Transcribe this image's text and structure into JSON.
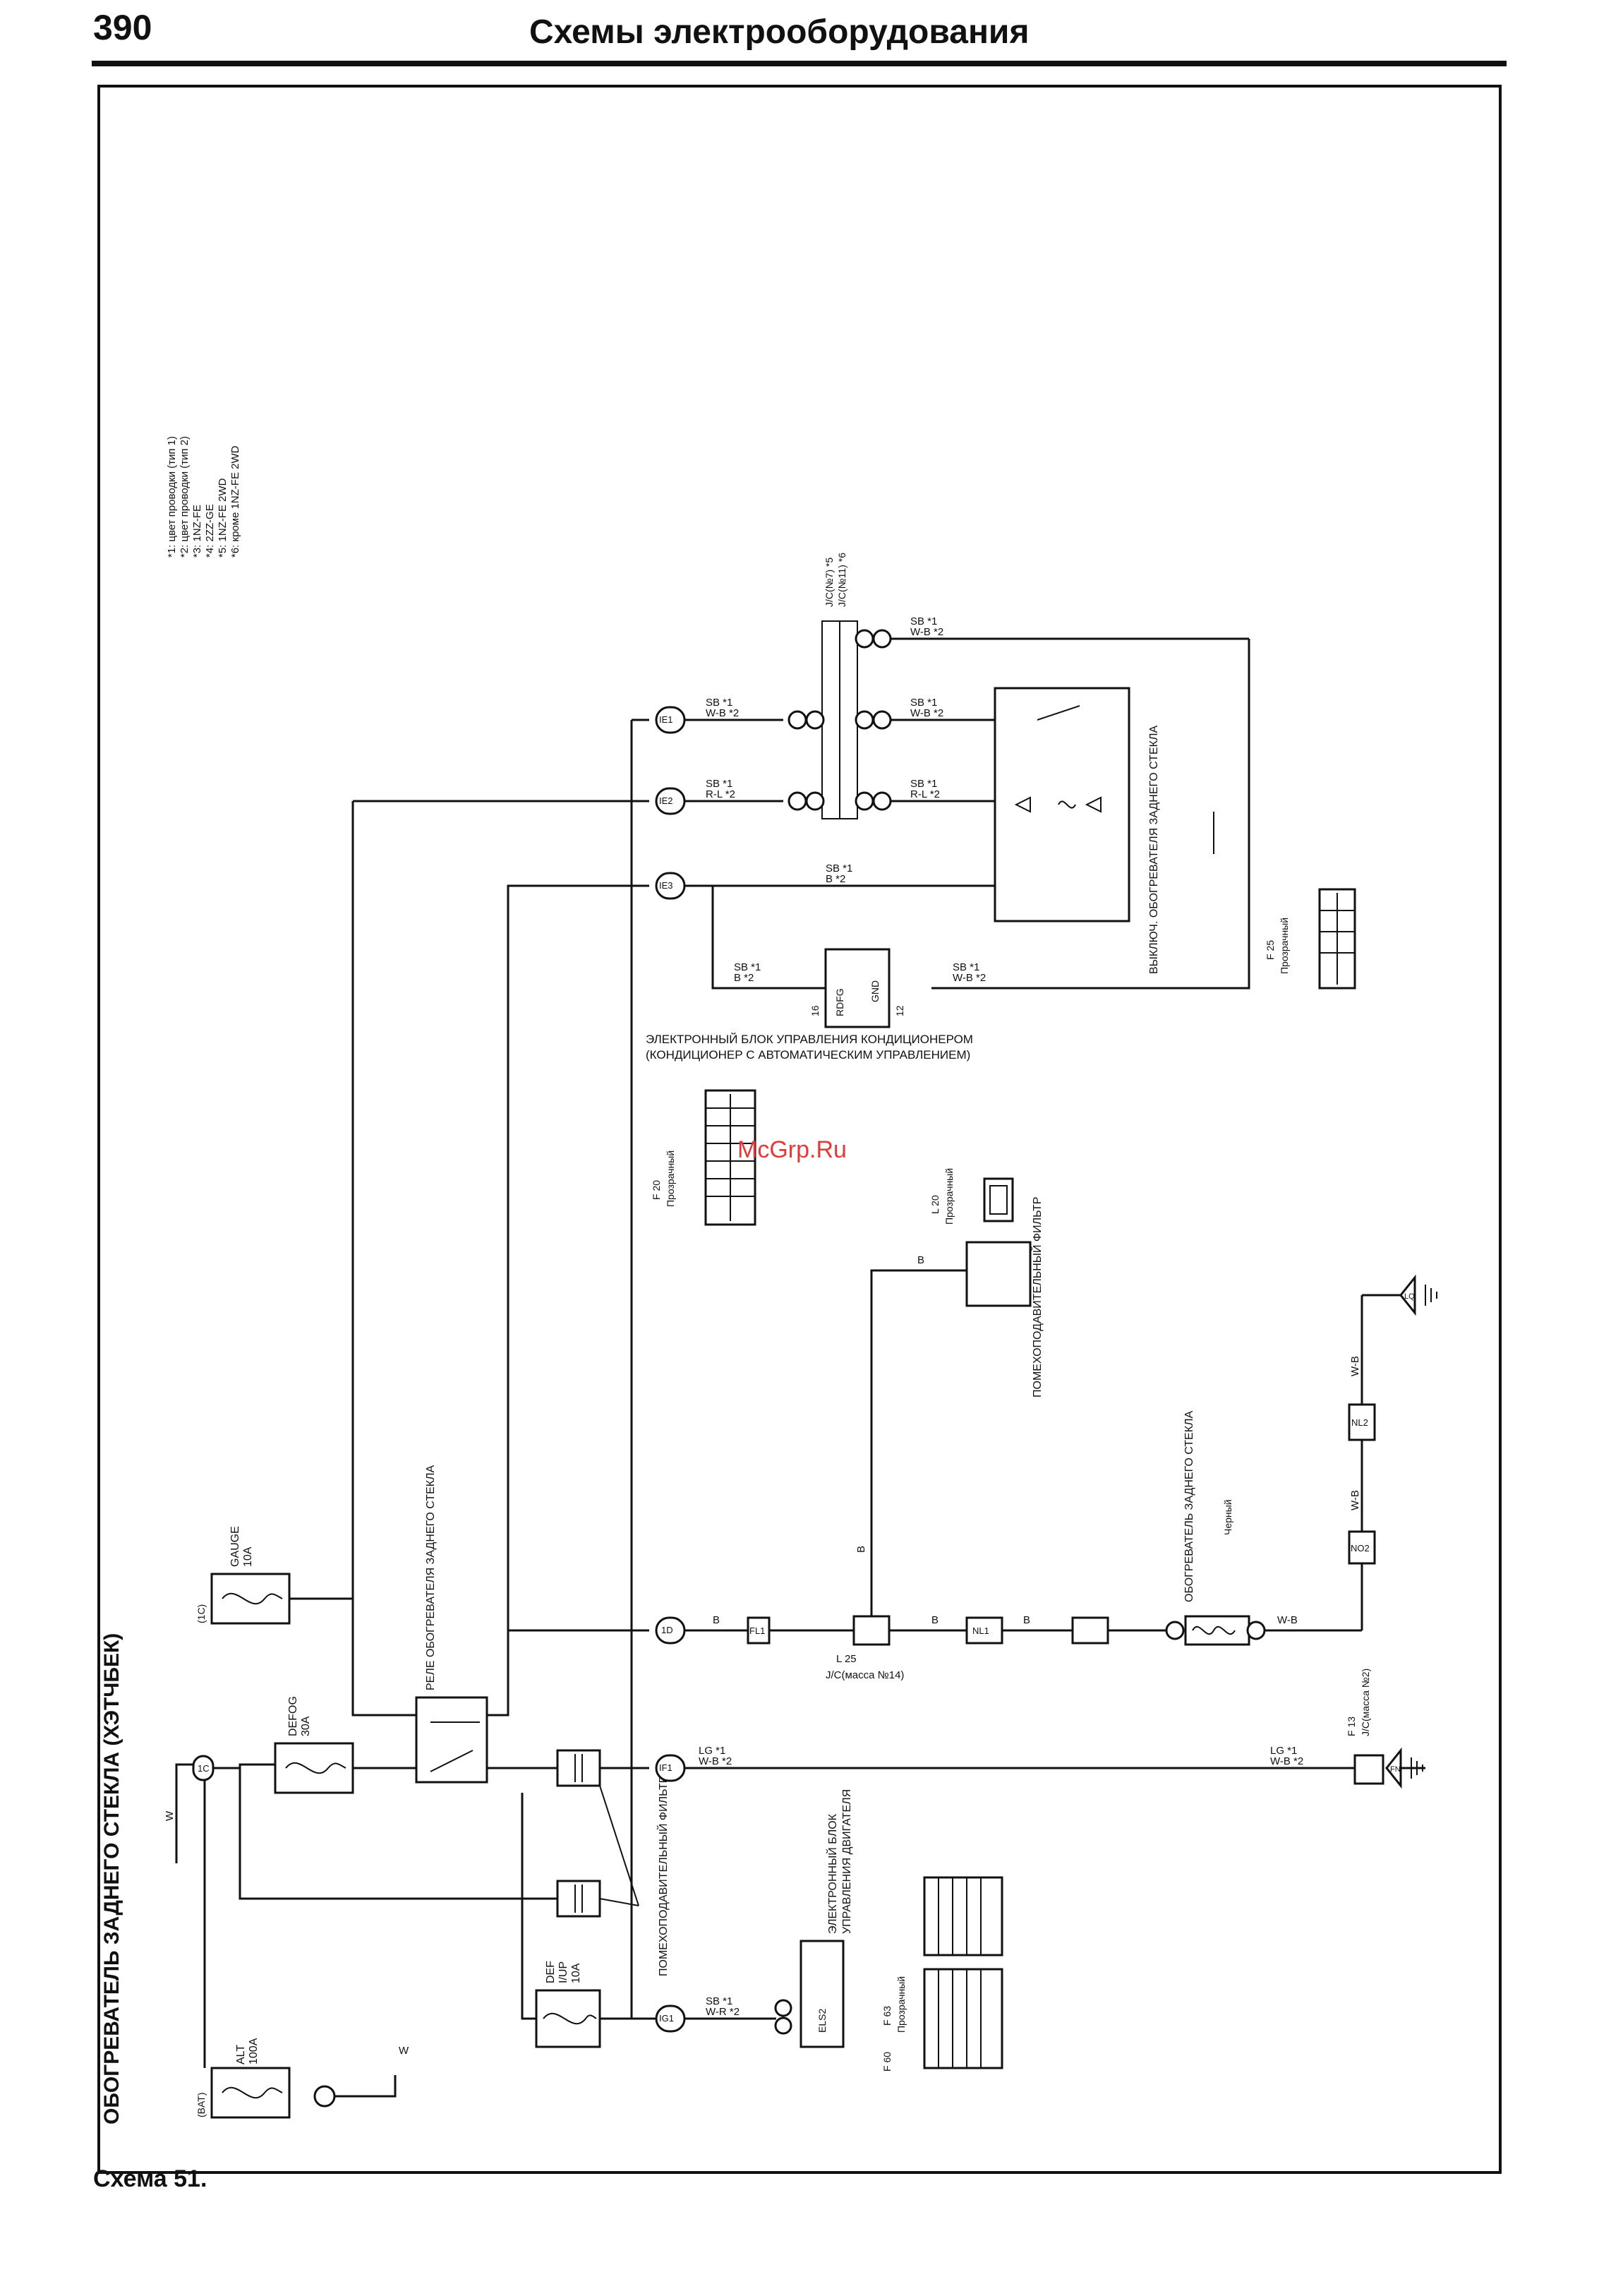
{
  "header": {
    "page_number": "390",
    "title": "Схемы электрооборудования"
  },
  "caption": "Схема 51.",
  "watermark": "McGrp.Ru",
  "diagram": {
    "title": "ОБОГРЕВАТЕЛЬ ЗАДНЕГО СТЕКЛА (ХЭТЧБЕК)",
    "notes": [
      "*1: цвет проводки (тип 1)",
      "*2: цвет проводки (тип 2)",
      "*3: 1NZ-FE",
      "*4: 2ZZ-GE",
      "*5: 1NZ-FE 2WD",
      "*6: кроме 1NZ-FE 2WD"
    ],
    "fuses": {
      "alt": {
        "name": "ALT",
        "rating": "100A",
        "location": "(BAT)"
      },
      "defog": {
        "name": "DEFOG",
        "rating": "30A"
      },
      "gauge": {
        "name": "GAUGE",
        "rating": "10A",
        "location": "(1C)"
      },
      "def": {
        "name": "DEF",
        "sub": "I/UP",
        "rating": "10A"
      }
    },
    "relay": "РЕЛЕ ОБОГРЕВАТЕЛЯ ЗАДНЕГО СТЕКЛА",
    "filter_label": "ПОМЕХОПОДАВИТЕЛЬНЫЙ ФИЛЬТР",
    "ac_ecu": {
      "title": "ЭЛЕКТРОННЫЙ БЛОК УПРАВЛЕНИЯ КОНДИЦИОНЕРОМ",
      "subtitle": "(КОНДИЦИОНЕР С АВТОМАТИЧЕСКИМ УПРАВЛЕНИЕМ)",
      "pin_rdfg": "RDFG",
      "pin_gnd": "GND",
      "pin_16": "16",
      "pin_12": "12"
    },
    "switch_label": "ВЫКЛЮЧ. ОБОГРЕВАТЕЛЯ ЗАДНЕГО СТЕКЛА",
    "heater_label": "ОБОГРЕВАТЕЛЬ ЗАДНЕГО СТЕКЛА",
    "filter_unit_label": "ПОМЕХОПОДАВИТЕЛЬНЫЙ ФИЛЬТР",
    "engine_ecu": {
      "title": "ЭЛЕКТРОННЫЙ БЛОК",
      "title2": "УПРАВЛЕНИЯ ДВИГАТЕЛЯ",
      "pin": "ELS2"
    },
    "jc14": {
      "code": "L 25",
      "name": "J/C(масса №14)"
    },
    "jc2": {
      "code": "F 13",
      "name": "J/C(масса №2)"
    },
    "connectors": {
      "f20": {
        "code": "F 20",
        "desc": "Прозрачный"
      },
      "f25": {
        "code": "F 25",
        "desc": "Прозрачный"
      },
      "l20": {
        "code": "L 20",
        "desc": "Прозрачный"
      },
      "f60": {
        "code": "F 60",
        "code2": "F 63",
        "desc": "Прозрачный"
      },
      "heater_conn": {
        "desc": "Черный"
      }
    },
    "jc_refs": [
      "J/C(№7) *5",
      "J/C(№11) *6"
    ],
    "wire_codes": {
      "sb1": "SB *1",
      "wb2": "W-B *2",
      "rl2": "R-L *2",
      "b2": "B *2",
      "lg1": "LG *1",
      "w": "W",
      "b": "B",
      "wb": "W-B",
      "wr2": "W-R *2"
    },
    "ground_labels": [
      "LQ",
      "FN"
    ],
    "nodes": [
      "1C",
      "IE1",
      "IE2",
      "IE3",
      "1D",
      "IF1",
      "IG1",
      "NL2",
      "NO2",
      "NL1",
      "FL1"
    ]
  }
}
